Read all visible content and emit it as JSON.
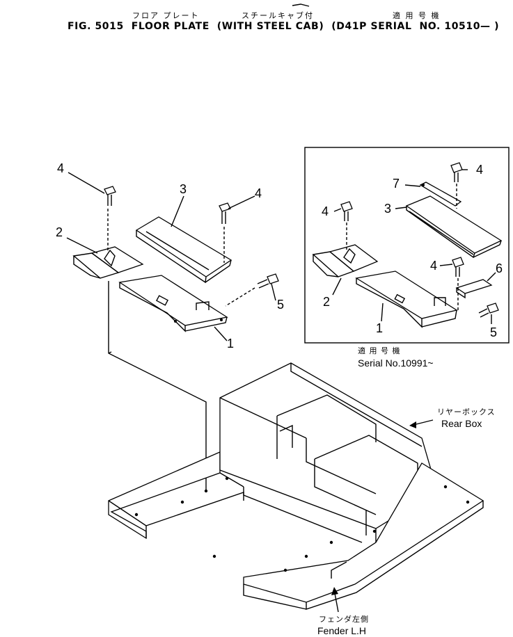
{
  "header": {
    "jp_floor_plate": "フロア プレート",
    "jp_steel_cab": "スチールキャブ付",
    "jp_applicable": "適 用 号 機",
    "title": "FIG. 5015  FLOOR PLATE  (WITH STEEL CAB)  (D41P SERIAL  NO. 10510— )"
  },
  "callouts_main": {
    "c1": "1",
    "c2": "2",
    "c3": "3",
    "c4a": "4",
    "c4b": "4",
    "c5": "5"
  },
  "callouts_inset": {
    "c1": "1",
    "c2": "2",
    "c3": "3",
    "c4a": "4",
    "c4b": "4",
    "c4c": "4",
    "c5": "5",
    "c6": "6",
    "c7": "7"
  },
  "inset_note": {
    "jp": "適 用 号 機",
    "serial": "Serial  No.10991~"
  },
  "rear_box": {
    "jp": "リヤーボックス",
    "en": "Rear Box"
  },
  "fender": {
    "jp": "フェンダ左側",
    "en": "Fender  L.H"
  }
}
